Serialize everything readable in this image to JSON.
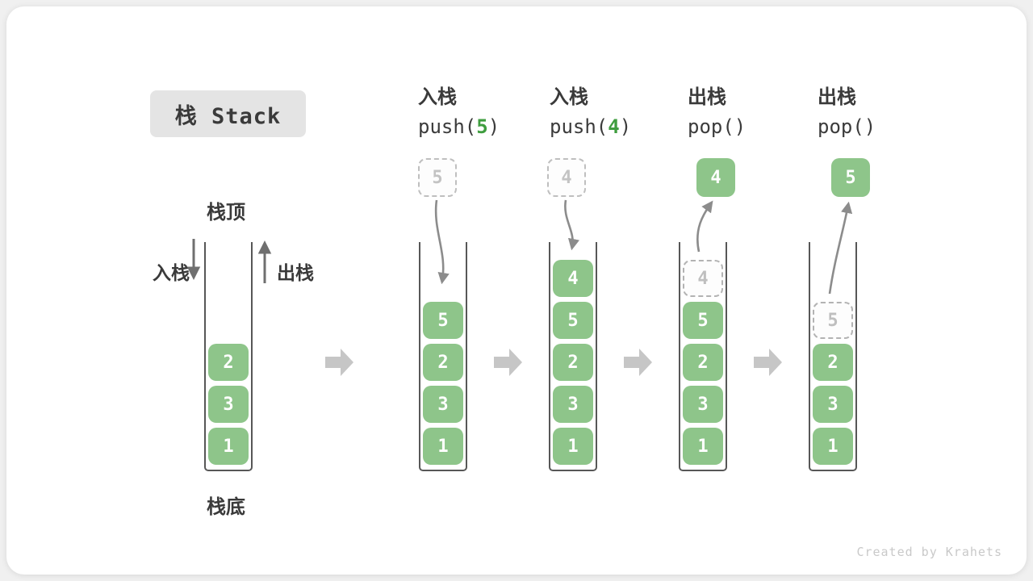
{
  "title_box": {
    "label": "栈 Stack"
  },
  "legend": {
    "top": "栈顶",
    "bottom": "栈底",
    "push": "入栈",
    "pop": "出栈"
  },
  "initial_stack": {
    "items": [
      "2",
      "3",
      "1"
    ]
  },
  "steps": [
    {
      "op": "入栈",
      "code_pre": "push(",
      "code_arg": "5",
      "code_post": ")",
      "floating_value": "5",
      "items": [
        "5",
        "2",
        "3",
        "1"
      ]
    },
    {
      "op": "入栈",
      "code_pre": "push(",
      "code_arg": "4",
      "code_post": ")",
      "floating_value": "4",
      "items": [
        "4",
        "5",
        "2",
        "3",
        "1"
      ]
    },
    {
      "op": "出栈",
      "code_pre": "pop(",
      "code_arg": "",
      "code_post": ")",
      "floating_value": "4",
      "items": [
        "4",
        "5",
        "2",
        "3",
        "1"
      ]
    },
    {
      "op": "出栈",
      "code_pre": "pop(",
      "code_arg": "",
      "code_post": ")",
      "floating_value": "5",
      "items": [
        "5",
        "2",
        "3",
        "1"
      ]
    }
  ],
  "watermark": "Created by Krahets",
  "colors": {
    "cell_green": "#8ec58a",
    "code_arg_green": "#3f9d3f",
    "label_dark": "#3a3a3a",
    "container_wall": "#575757",
    "flow_arrow_gray": "#c6c6c6",
    "motion_arrow_gray": "#8c8c8c",
    "dashed_gray": "#b3b3b3",
    "title_bg": "#e4e4e4"
  }
}
